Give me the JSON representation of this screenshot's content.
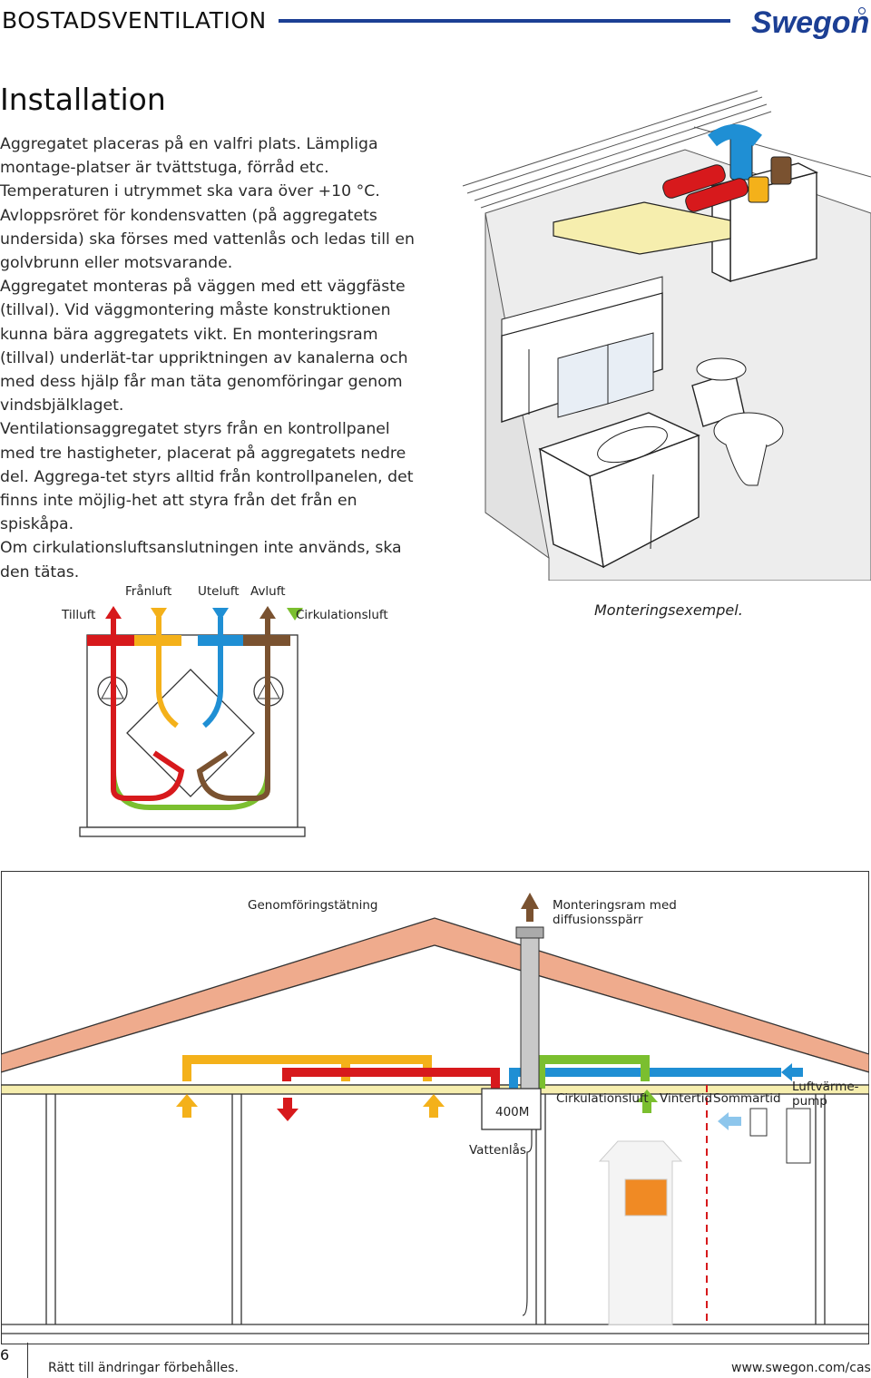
{
  "header": {
    "section_title": "BOSTADSVENTILATION",
    "brand": "Swegon",
    "brand_color": "#1c3f94"
  },
  "page": {
    "heading": "Installation",
    "paragraphs": [
      "Aggregatet placeras på en valfri plats. Lämpliga montage-platser är tvättstuga, förråd etc. Temperaturen i utrymmet ska vara över +10 °C. Avloppsröret för kondensvatten (på aggregatets undersida) ska förses med vattenlås och ledas till en golvbrunn eller motsvarande.",
      "Aggregatet monteras på väggen med ett väggfäste (tillval). Vid väggmontering måste konstruktionen kunna bära aggregatets vikt. En monteringsram (tillval) underlät-tar uppriktningen av kanalerna och med dess hjälp får man täta genomföringar genom vindsbjälklaget.",
      "Ventilationsaggregatet styrs från en kontrollpanel med tre hastigheter, placerat på aggregatets nedre del. Aggrega-tet styrs alltid från kontrollpanelen, det finns inte möjlig-het att styra från det från en spiskåpa.",
      "Om cirkulationsluftsanslutningen inte används, ska den tätas."
    ],
    "illustration_caption": "Monteringsexempel."
  },
  "unit_diagram": {
    "labels": {
      "tilluft": "Tilluft",
      "franluft": "Frånluft",
      "uteluft": "Uteluft",
      "avluft": "Avluft",
      "cirkulationsluft": "Cirkulationsluft"
    },
    "colors": {
      "tilluft": "#d7191c",
      "franluft": "#f4b11a",
      "uteluft": "#1f8fd4",
      "avluft": "#7a5230",
      "cirkulationsluft": "#7bbf2f"
    }
  },
  "house_diagram": {
    "labels": {
      "genomforing": "Genomföringstätning",
      "monteringsram_1": "Monteringsram med",
      "monteringsram_2": "diffusionsspärr",
      "unit_model": "400M",
      "vattenlas": "Vattenlås",
      "cirkulationsluft": "Cirkulationsluft",
      "vintertid": "Vintertid",
      "sommartid": "Sommartid",
      "luftvarmepump_1": "Luftvärme-",
      "luftvarmepump_2": "pump"
    },
    "colors": {
      "roof": "#efab8d",
      "ceiling": "#f6eeae",
      "fire": "#f08a24"
    }
  },
  "footer": {
    "page_number": "6",
    "note": "Rätt till ändringar förbehålles.",
    "url": "www.swegon.com/casa"
  }
}
